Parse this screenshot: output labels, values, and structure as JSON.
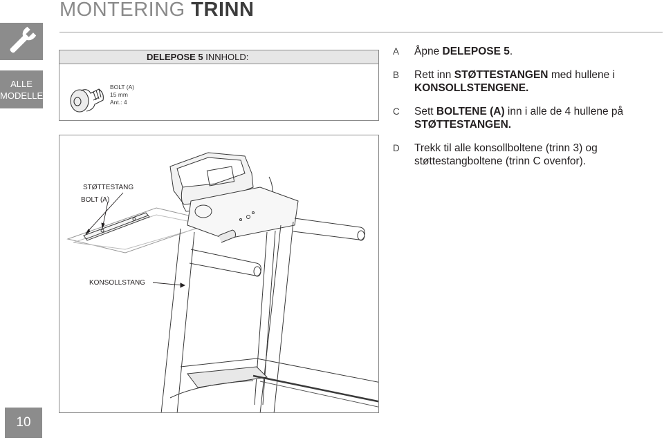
{
  "header": {
    "title_light": "MONTERING",
    "title_bold": "TRINN"
  },
  "sidebar": {
    "category_line1": "ALLE",
    "category_line2": "MODELLER",
    "page_number": "10"
  },
  "parts_bag": {
    "title_bold": "DELEPOSE 5",
    "title_rest": " INNHOLD:",
    "part_name": "BOLT (A)",
    "part_size": "15 mm",
    "part_qty": "Ant.: 4"
  },
  "diagram": {
    "label_support_bar": "STØTTESTANG",
    "label_bolt": "BOLT (A)",
    "label_console_bar": "KONSOLLSTANG"
  },
  "steps": [
    {
      "letter": "A",
      "pre": "Åpne ",
      "bold1": "DELEPOSE 5",
      "mid": ".",
      "bold2": "",
      "post": ""
    },
    {
      "letter": "B",
      "pre": "Rett inn ",
      "bold1": "STØTTESTANGEN",
      "mid": " med hullene i ",
      "bold2": "KONSOLLSTENGENE.",
      "post": ""
    },
    {
      "letter": "C",
      "pre": "Sett ",
      "bold1": "BOLTENE (A)",
      "mid": " inn i alle de 4 hullene på ",
      "bold2": "STØTTESTANGEN.",
      "post": ""
    },
    {
      "letter": "D",
      "pre": "Trekk til alle konsollboltene (trinn 3) og støttestangboltene (trinn C ovenfor).",
      "bold1": "",
      "mid": "",
      "bold2": "",
      "post": ""
    }
  ],
  "colors": {
    "sidebar_gray": "#8c8c8c",
    "header_fill": "#e6e6e6",
    "title_gray": "#8a8a8a"
  }
}
